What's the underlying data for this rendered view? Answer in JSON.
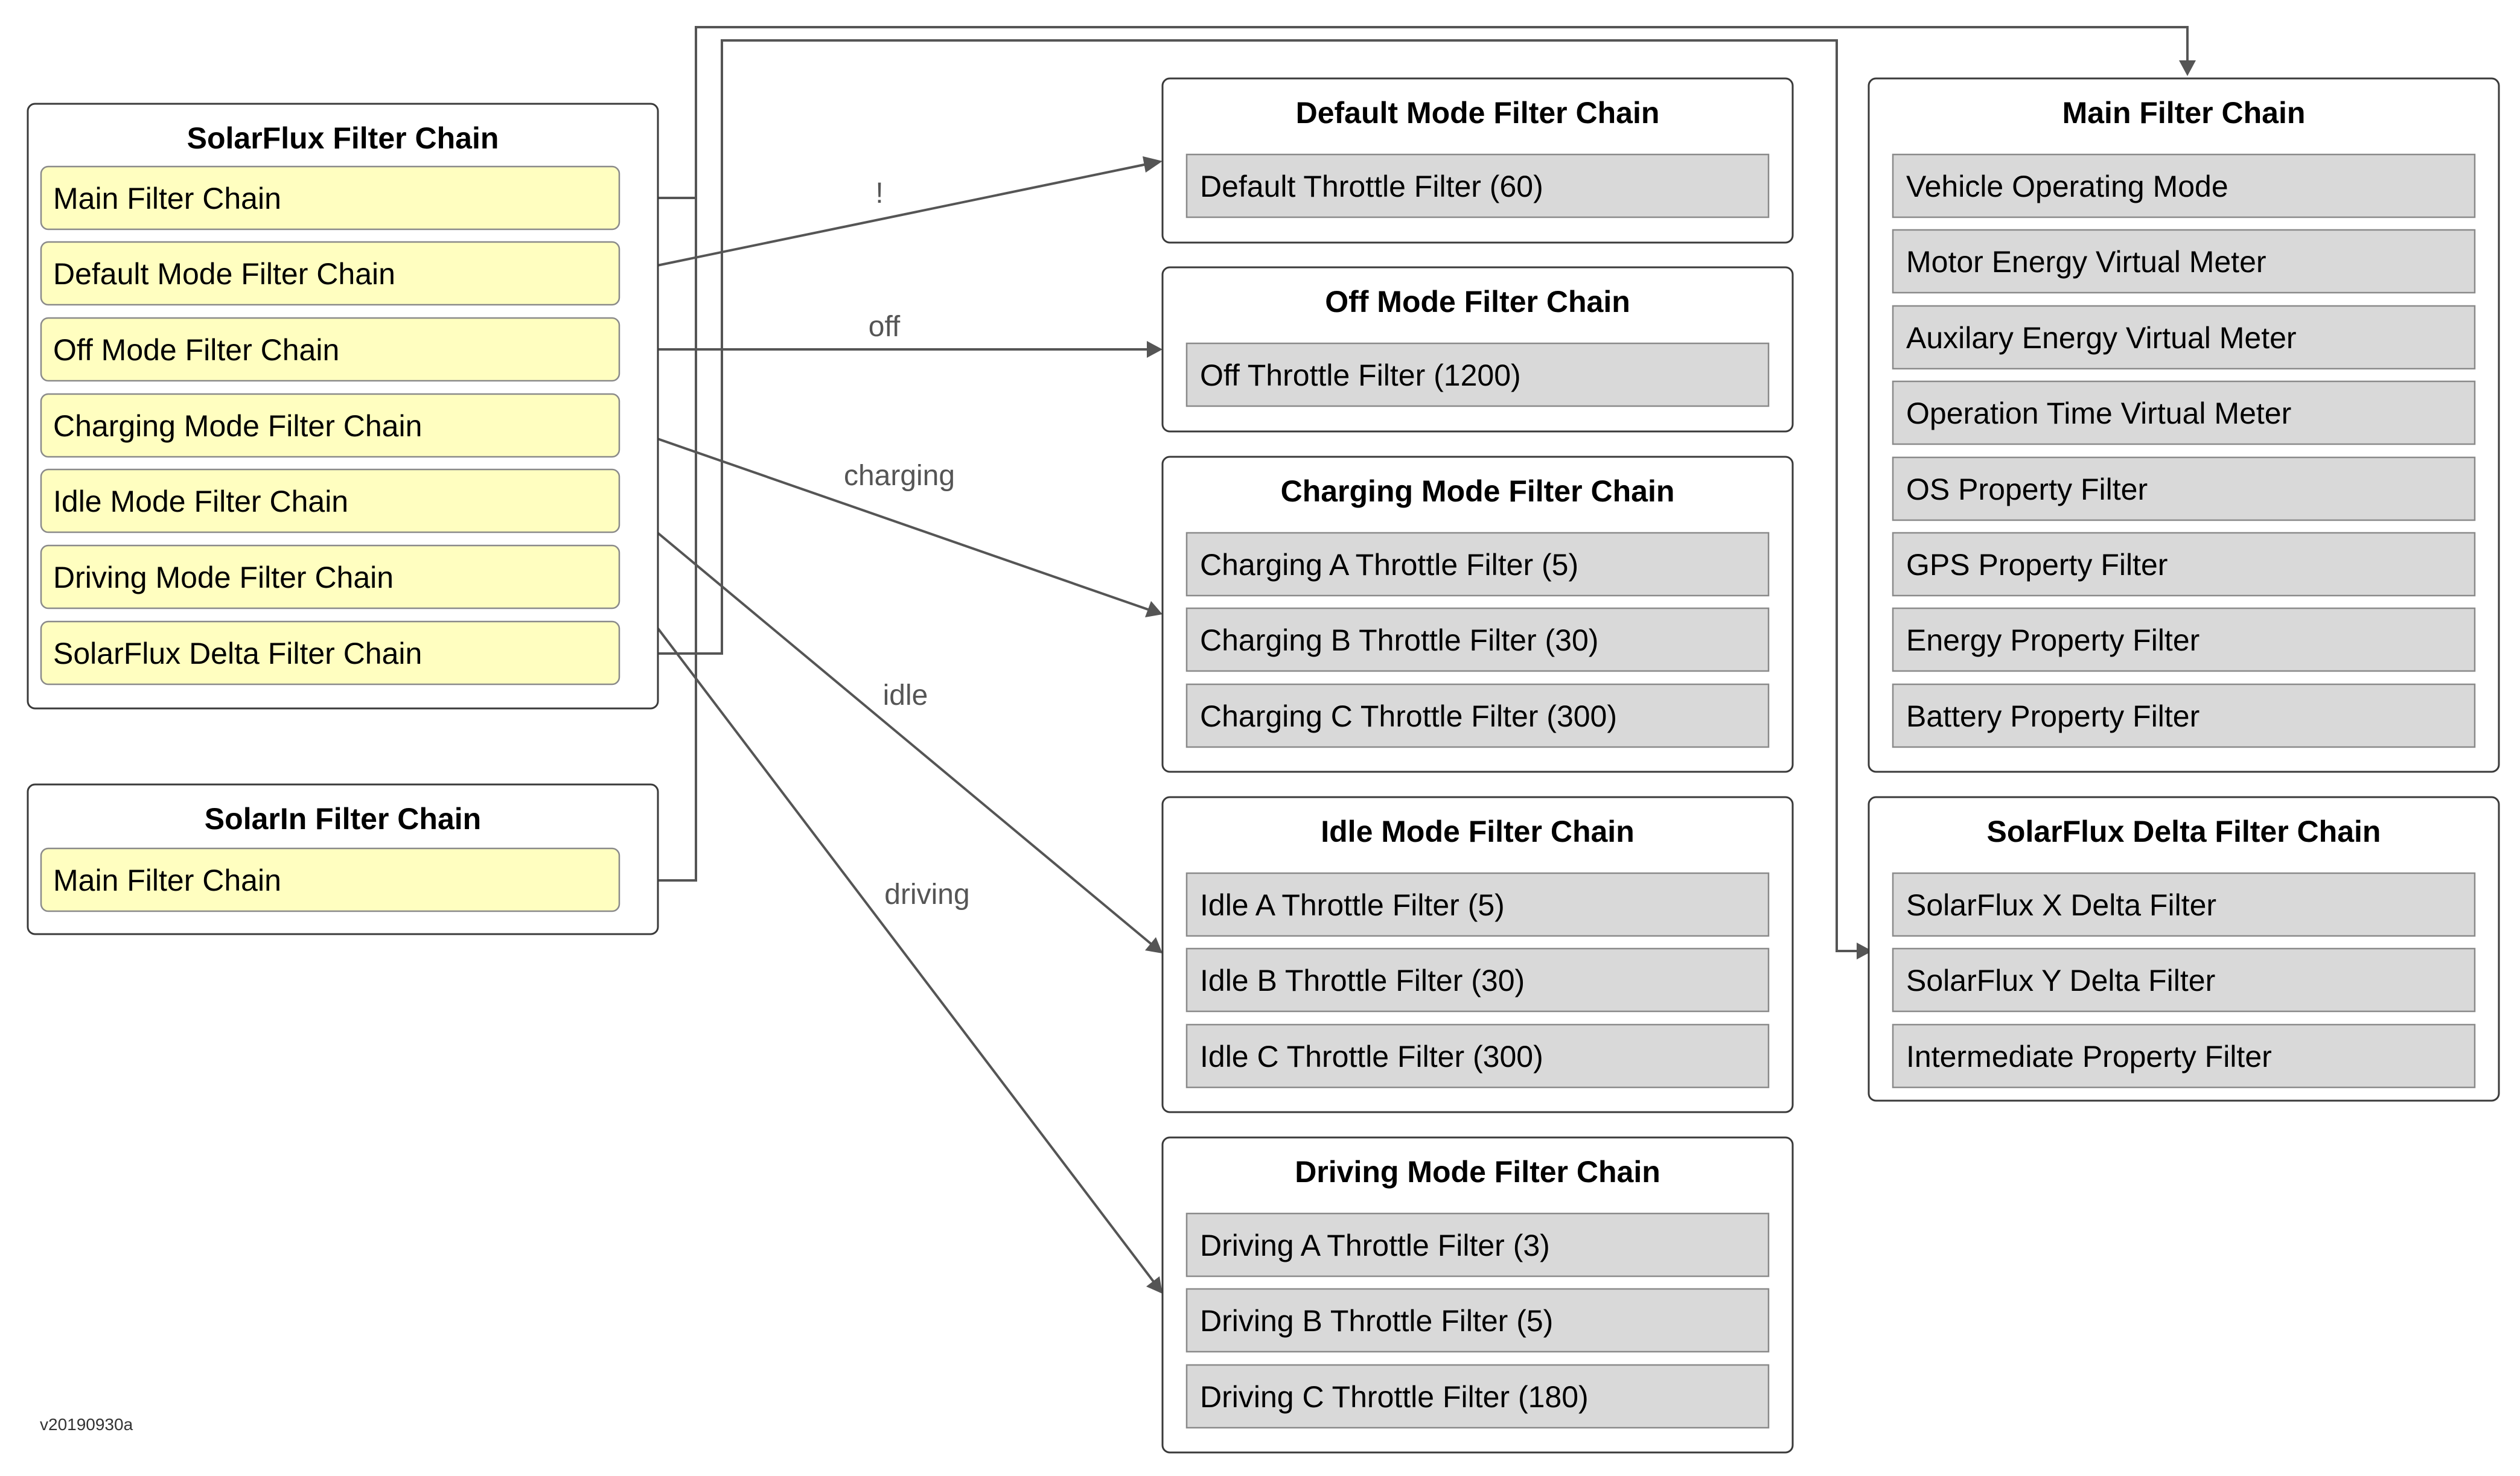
{
  "version_label": "v20190930a",
  "colors": {
    "source_item": "#fffec0",
    "filter_item": "#d9d9d9",
    "edge": "#555555",
    "border": "#3a3a3a"
  },
  "source_chains": [
    {
      "title": "SolarFlux Filter Chain",
      "items": [
        "Main Filter Chain",
        "Default Mode Filter Chain",
        "Off Mode Filter Chain",
        "Charging Mode Filter Chain",
        "Idle Mode Filter Chain",
        "Driving Mode Filter Chain",
        "SolarFlux Delta Filter Chain"
      ]
    },
    {
      "title": "SolarIn Filter Chain",
      "items": [
        "Main Filter Chain"
      ]
    }
  ],
  "mode_chains": [
    {
      "title": "Default Mode Filter Chain",
      "items": [
        "Default Throttle Filter (60)"
      ]
    },
    {
      "title": "Off Mode Filter Chain",
      "items": [
        "Off Throttle Filter (1200)"
      ]
    },
    {
      "title": "Charging Mode Filter Chain",
      "items": [
        "Charging A Throttle Filter (5)",
        "Charging B Throttle Filter (30)",
        "Charging C Throttle Filter (300)"
      ]
    },
    {
      "title": "Idle Mode Filter Chain",
      "items": [
        "Idle A Throttle Filter (5)",
        "Idle B Throttle Filter (30)",
        "Idle C Throttle Filter (300)"
      ]
    },
    {
      "title": "Driving Mode Filter Chain",
      "items": [
        "Driving A Throttle Filter (3)",
        "Driving B Throttle Filter (5)",
        "Driving C Throttle Filter (180)"
      ]
    }
  ],
  "right_chains": [
    {
      "title": "Main Filter Chain",
      "items": [
        "Vehicle Operating Mode",
        "Motor Energy Virtual Meter",
        "Auxilary Energy Virtual Meter",
        "Operation Time Virtual Meter",
        "OS Property Filter",
        "GPS Property Filter",
        "Energy Property Filter",
        "Battery Property Filter"
      ]
    },
    {
      "title": "SolarFlux Delta Filter Chain",
      "items": [
        "SolarFlux X Delta Filter",
        "SolarFlux Y Delta Filter",
        "Intermediate Property Filter"
      ]
    }
  ],
  "edges": [
    {
      "from": "Main Filter Chain",
      "to": "Main Filter Chain",
      "label": ""
    },
    {
      "from": "Default Mode Filter Chain",
      "to": "Default Mode Filter Chain",
      "label": "!"
    },
    {
      "from": "Off Mode Filter Chain",
      "to": "Off Mode Filter Chain",
      "label": "off"
    },
    {
      "from": "Charging Mode Filter Chain",
      "to": "Charging Mode Filter Chain",
      "label": "charging"
    },
    {
      "from": "Idle Mode Filter Chain",
      "to": "Idle Mode Filter Chain",
      "label": "idle"
    },
    {
      "from": "Driving Mode Filter Chain",
      "to": "Driving Mode Filter Chain",
      "label": "driving"
    },
    {
      "from": "SolarFlux Delta Filter Chain",
      "to": "SolarFlux Delta Filter Chain",
      "label": ""
    },
    {
      "from": "Main Filter Chain",
      "to": "Main Filter Chain",
      "label": ""
    }
  ]
}
